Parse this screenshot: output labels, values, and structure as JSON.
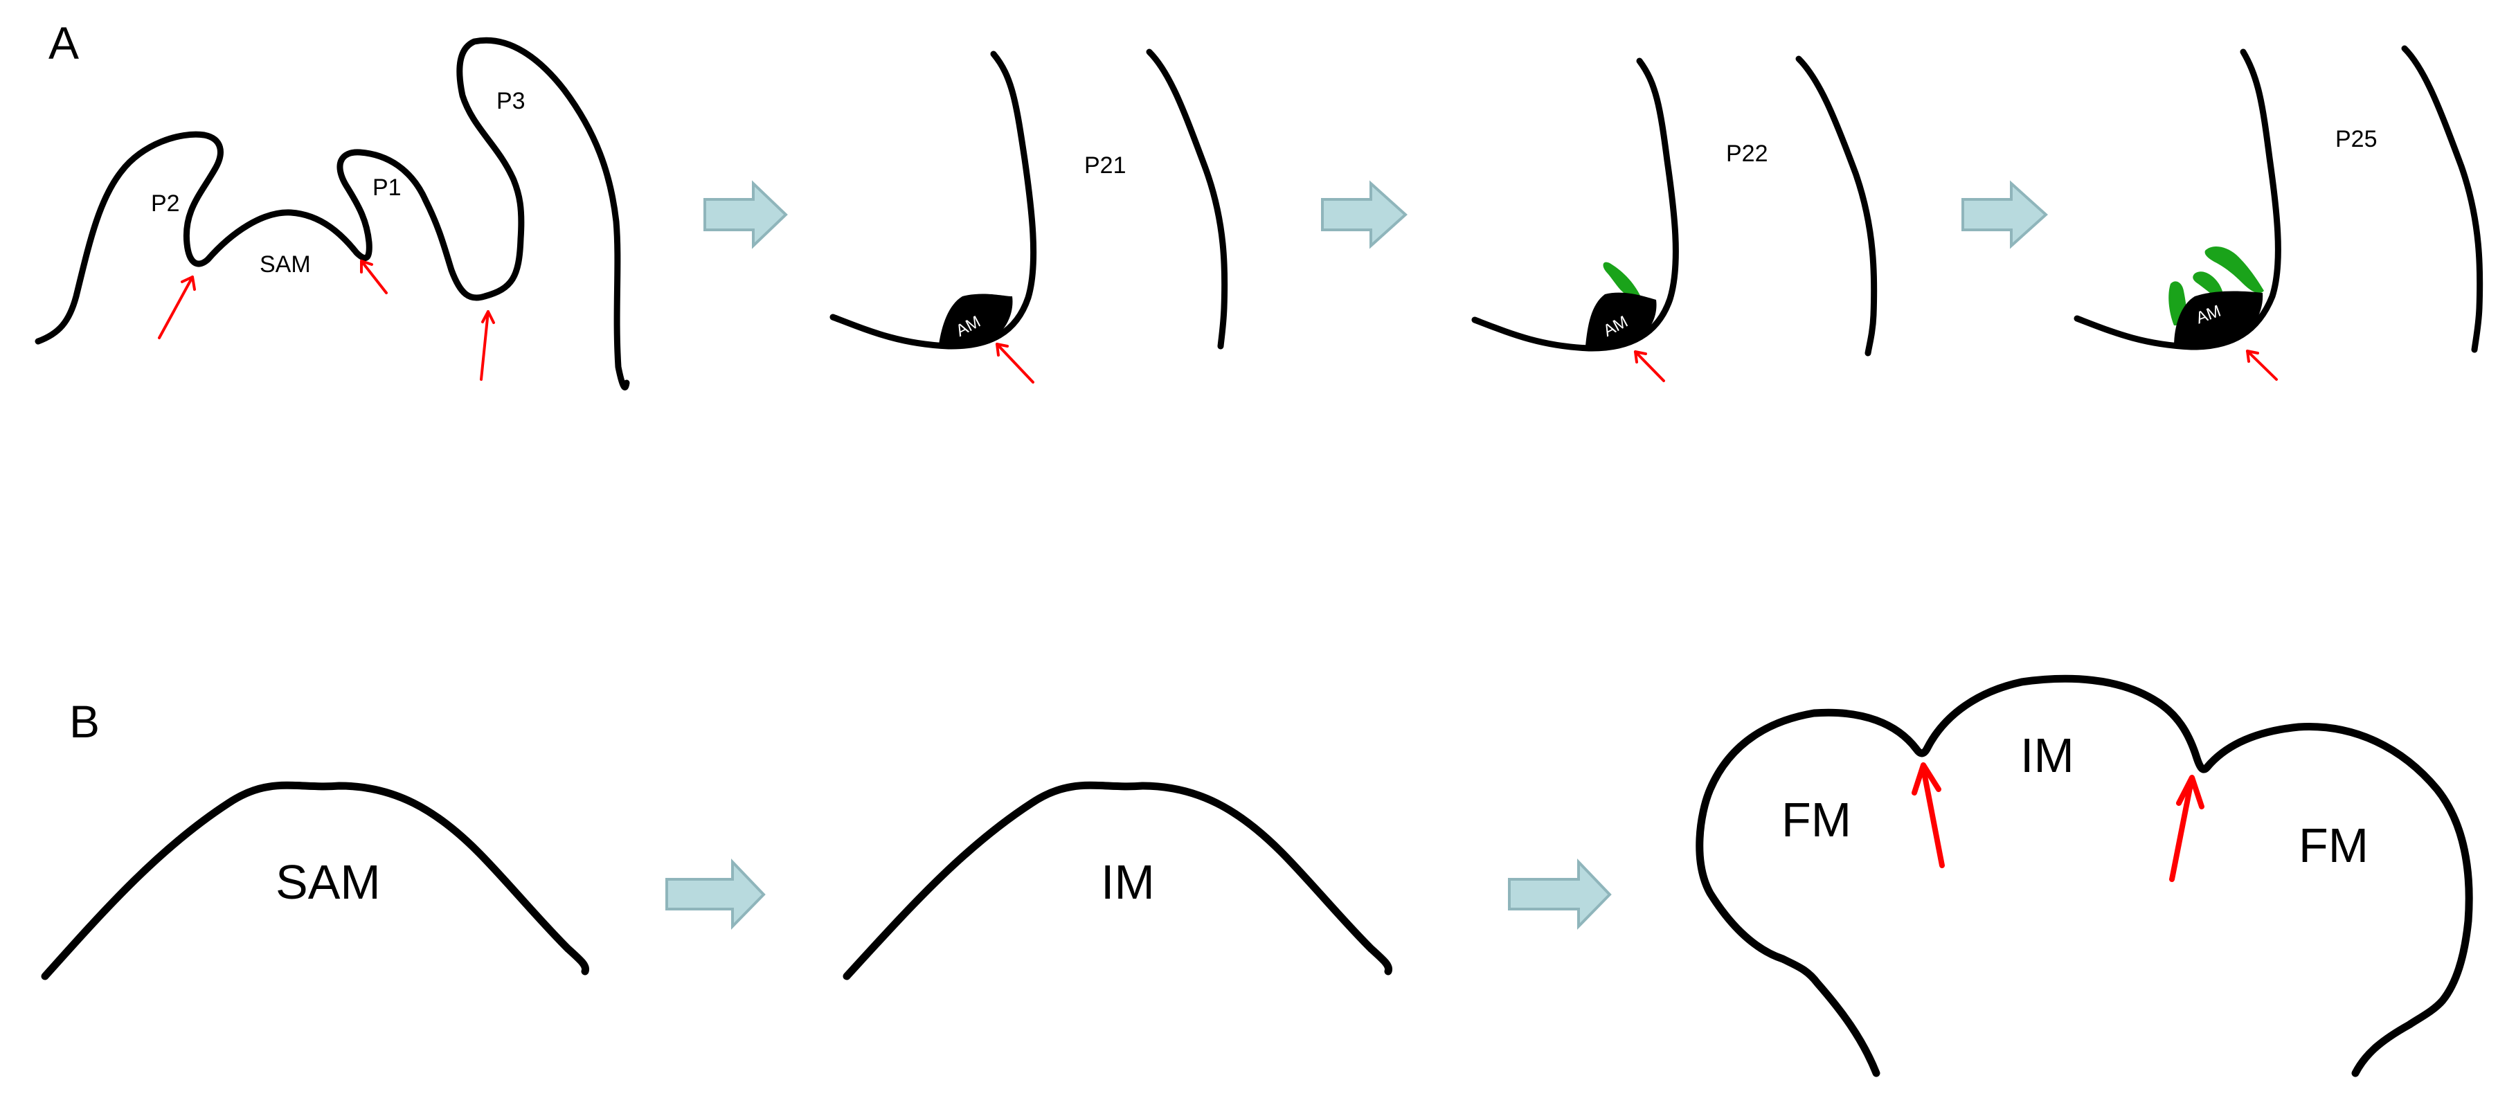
{
  "panels": {
    "a": {
      "label": "A",
      "stages": [
        {
          "labels": [
            "P2",
            "SAM",
            "P1",
            "P3"
          ]
        },
        {
          "labels": [
            "P21",
            "AM"
          ]
        },
        {
          "labels": [
            "P22",
            "AM"
          ]
        },
        {
          "labels": [
            "P25",
            "AM"
          ]
        }
      ]
    },
    "b": {
      "label": "B",
      "stages": [
        {
          "labels": [
            "SAM"
          ]
        },
        {
          "labels": [
            "IM"
          ]
        },
        {
          "labels": [
            "FM",
            "IM",
            "FM"
          ]
        }
      ]
    }
  },
  "colors": {
    "outline": "#000000",
    "boundary_arrow": "#ff0000",
    "stage_arrow": "#b8dade",
    "leaf_primordia": "#1aa31a"
  }
}
